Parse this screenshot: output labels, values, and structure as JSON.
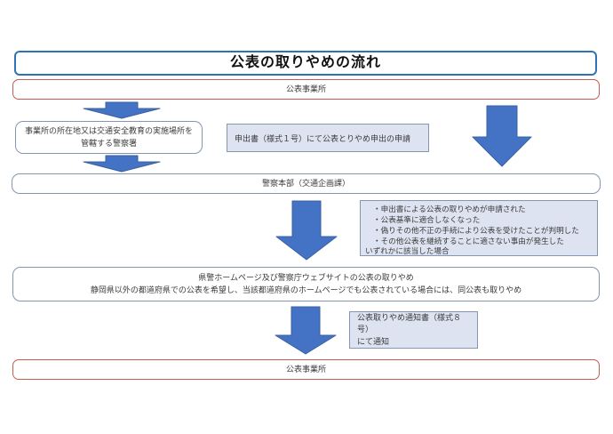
{
  "title": "公表の取りやめの流れ",
  "flow": {
    "top_box": "公表事業所",
    "police_station_box": "事業所の所在地又は交通安全教育の実施場所を\n管轄する警察署",
    "application_note": "申出書（様式１号）にて公表とりやめ申出の申請",
    "hq_box": "警察本部（交通企画課）",
    "conditions": {
      "items": [
        "・申出書による公表の取りやめが申請された",
        "・公表基準に適合しなくなった",
        "・偽りその他不正の手続により公表を受けたことが判明した",
        "・その他公表を継続することに適さない事由が発生した"
      ],
      "footer": "いずれかに該当した場合"
    },
    "removal_line1": "県警ホームページ及び警察庁ウェブサイトの公表の取りやめ",
    "removal_line2": "静岡県以外の都道府県での公表を希望し、当該都道府県のホームページでも公表されている場合には、同公表も取りやめ",
    "notice_note": "公表取りやめ通知書（様式８号）\nにて通知",
    "bottom_box": "公表事業所"
  },
  "colors": {
    "title_border": "#2E74B5",
    "red_border": "#C55A56",
    "round_box_border": "#8496B0",
    "note_fill": "#DDE3F0",
    "arrow_fill": "#4472C4"
  }
}
